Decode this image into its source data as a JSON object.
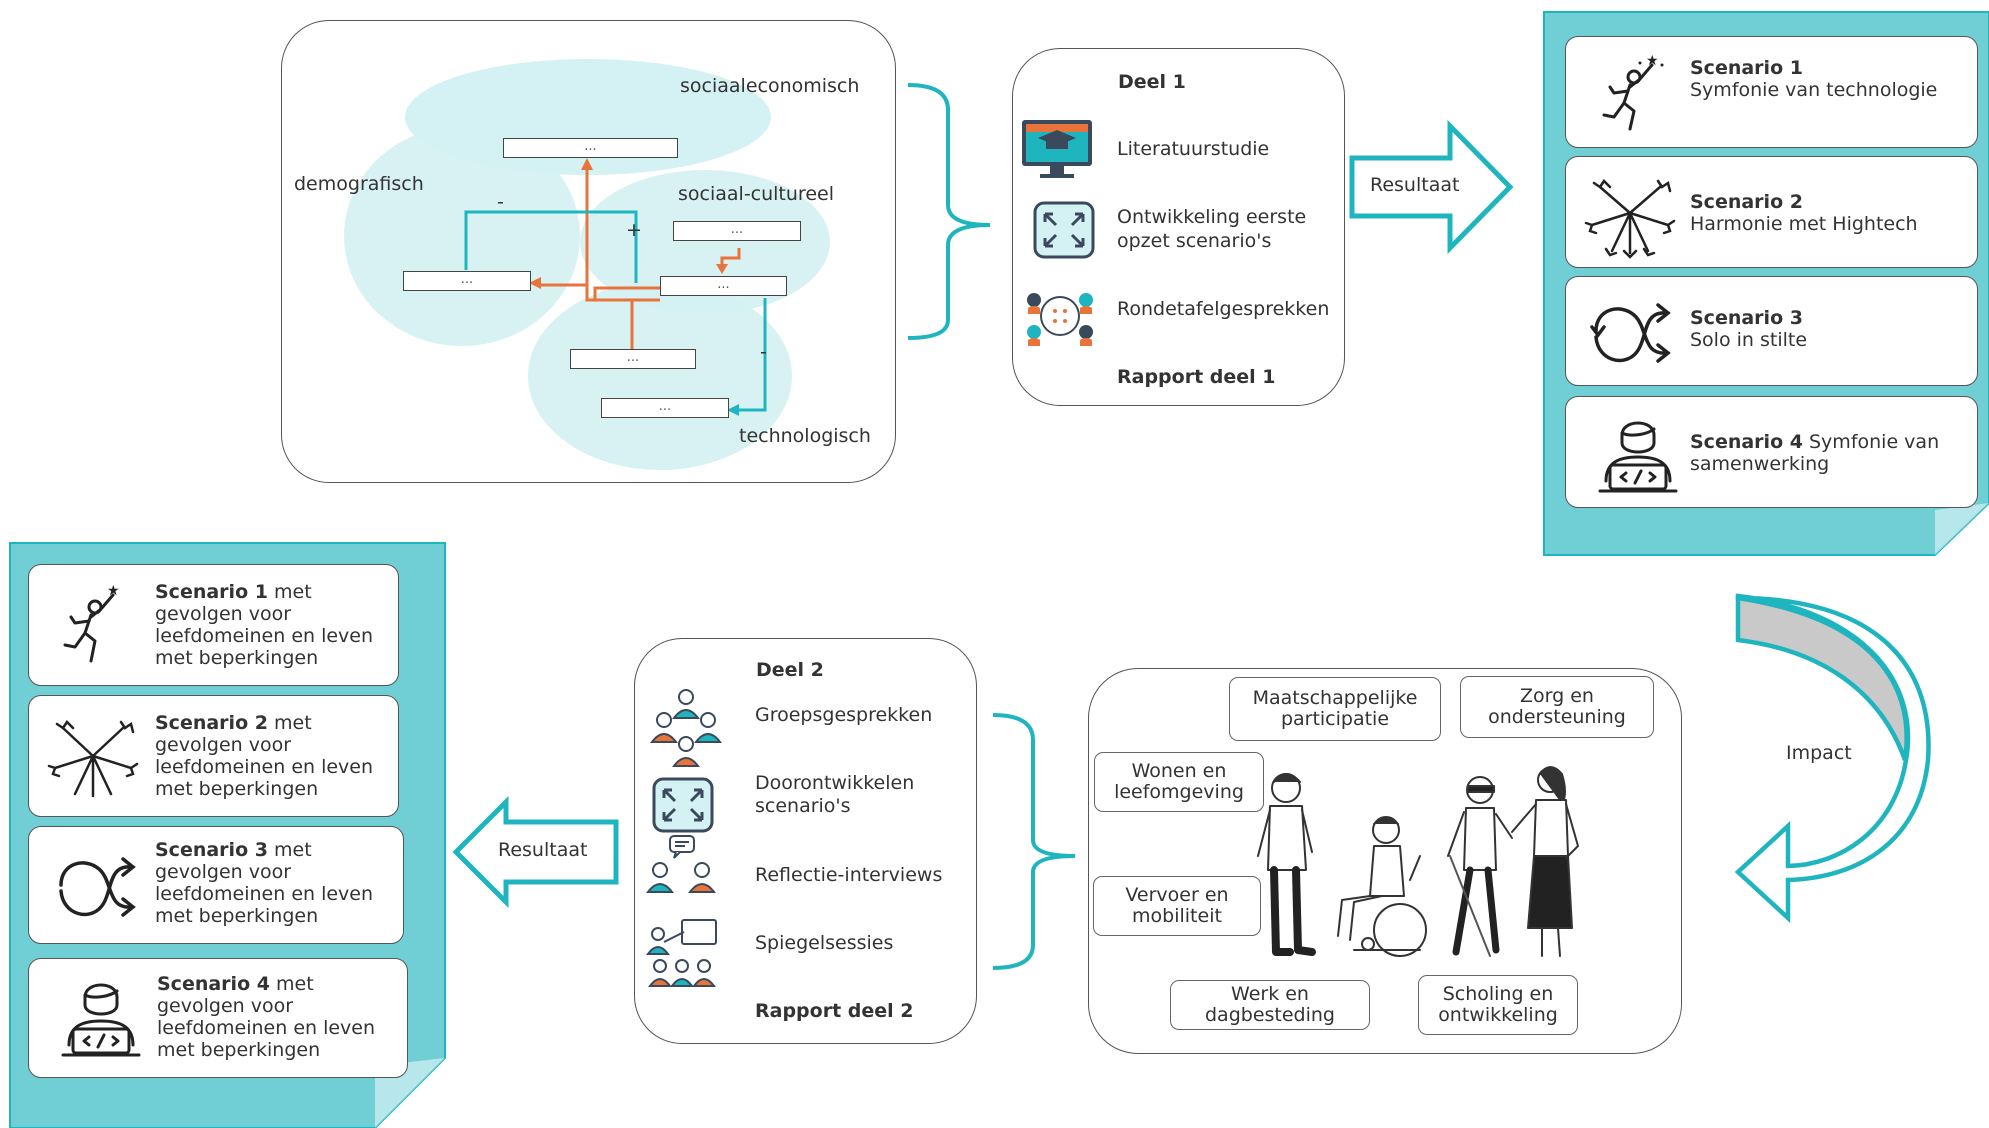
{
  "colors": {
    "teal": "#1fb5bf",
    "teal_fill": "#6fcfd4",
    "orange": "#e8743b",
    "bubble": "#d4f1f3",
    "gray": "#c9c9c9"
  },
  "model": {
    "labels": {
      "sociaaleconomisch": "sociaaleconomisch",
      "demografisch": "demografisch",
      "sociaal_cultureel": "sociaal-cultureel",
      "technologisch": "technologisch"
    },
    "box_text": "...",
    "sign_minus": "-",
    "sign_plus": "+"
  },
  "deel1": {
    "title": "Deel 1",
    "items": [
      "Literatuurstudie",
      "Ontwikkeling eerste opzet scenario's",
      "Rondetafelgesprekken"
    ],
    "item2_lines": [
      "Ontwikkeling eerste",
      "opzet scenario's"
    ],
    "report": "Rapport deel 1",
    "icons": [
      "computer-graduation-icon",
      "expand-arrows-icon",
      "round-table-icon"
    ]
  },
  "resultaat_label": "Resultaat",
  "scenarios_top": [
    {
      "title": "Scenario 1",
      "subtitle": "Symfonie van technologie",
      "icon": "running-person-icon"
    },
    {
      "title": "Scenario 2",
      "subtitle": "Harmonie met Hightech",
      "icon": "joined-hands-icon"
    },
    {
      "title": "Scenario 3",
      "subtitle": "Solo in stilte",
      "icon": "crossing-arrows-icon"
    },
    {
      "title": "Scenario 4",
      "subtitle": "Symfonie van samenwerking",
      "icon": "coder-icon"
    }
  ],
  "scenario4_lines": [
    "Symfonie van",
    "samenwerking"
  ],
  "impact_label": "Impact",
  "domains": {
    "maatschappelijke": [
      "Maatschappelijke",
      "participatie"
    ],
    "zorg": [
      "Zorg en",
      "ondersteuning"
    ],
    "wonen": [
      "Wonen en",
      "leefomgeving"
    ],
    "vervoer": [
      "Vervoer en",
      "mobiliteit"
    ],
    "werk": [
      "Werk en",
      "dagbesteding"
    ],
    "scholing": [
      "Scholing en",
      "ontwikkeling"
    ]
  },
  "deel2": {
    "title": "Deel 2",
    "items": [
      "Groepsgesprekken",
      "Doorontwikkelen scenario's",
      "Reflectie-interviews",
      "Spiegelsessies"
    ],
    "item2_lines": [
      "Doorontwikkelen",
      "scenario's"
    ],
    "report": "Rapport deel 2",
    "icons": [
      "group-people-icon",
      "expand-arrows-icon",
      "interview-icon",
      "presentation-icon"
    ]
  },
  "scenarios_bottom": {
    "titles": [
      "Scenario 1",
      "Scenario 2",
      "Scenario 3",
      "Scenario 4"
    ],
    "suffix": "met",
    "lines": [
      "gevolgen voor",
      "leefdomeinen en leven",
      "met beperkingen"
    ]
  }
}
